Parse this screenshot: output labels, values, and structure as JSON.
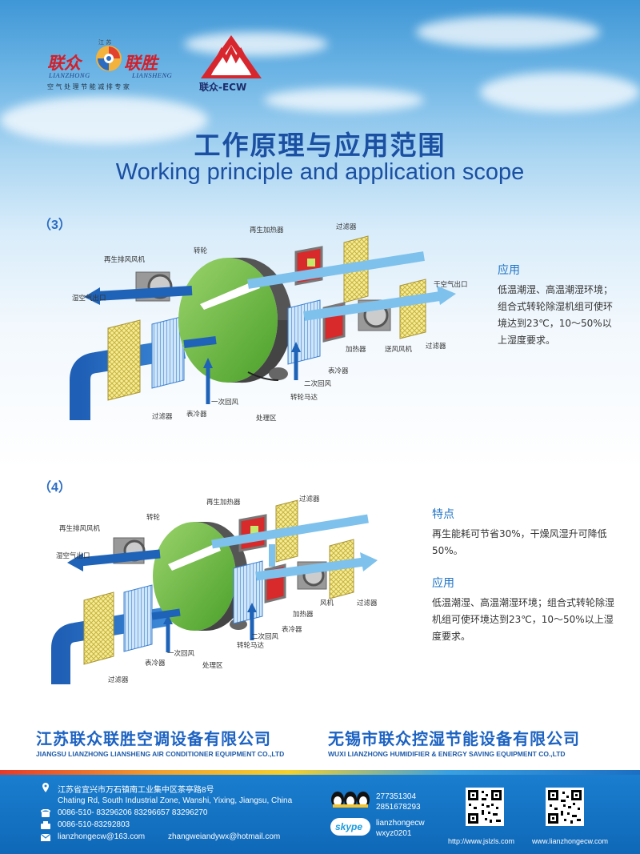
{
  "header": {
    "logo1_cn_left": "联众",
    "logo1_cn_right": "联胜",
    "logo1_small_top": "江 苏",
    "logo1_en_left": "LIANZHONG",
    "logo1_en_right": "LIANSHENG",
    "logo1_slogan": "空 气 处 理 节 能 减 排 专 家",
    "logo2_text": "联众-ECW"
  },
  "title": {
    "cn": "工作原理与应用范围",
    "en": "Working principle and application scope"
  },
  "section3": {
    "number": "（3）",
    "labels": {
      "regen_heater": "再生加热器",
      "filter_top": "过滤器",
      "rotor": "转轮",
      "regen_fan": "再生排风风机",
      "wet_air_outlet": "湿空气出口",
      "dry_air_outlet": "干空气出口",
      "heater": "加热器",
      "supply_fan": "送风风机",
      "filter_right": "过滤器",
      "cooler_mid": "表冷器",
      "secondary_return": "二次回风",
      "rotor_motor": "转轮马达",
      "primary_return": "一次回风",
      "process_zone": "处理区",
      "cooler_left": "表冷器",
      "filter_left": "过滤器"
    },
    "app_heading": "应用",
    "app_text": "低温潮湿、高温潮湿环境；组合式转轮除湿机组可使环境达到23℃，10～50%以上湿度要求。"
  },
  "section4": {
    "number": "（4）",
    "labels": {
      "regen_heater": "再生加热器",
      "filter_top": "过滤器",
      "rotor": "转轮",
      "regen_fan": "再生排风风机",
      "wet_air_outlet": "湿空气出口",
      "fan": "风机",
      "filter_right": "过滤器",
      "heater": "加热器",
      "cooler_mid": "表冷器",
      "secondary_return": "二次回风",
      "rotor_motor": "转轮马达",
      "primary_return": "一次回风",
      "process_zone": "处理区",
      "cooler_left": "表冷器",
      "filter_left": "过滤器"
    },
    "feature_heading": "特点",
    "feature_text": "再生能耗可节省30%，干燥风湿升可降低50%。",
    "app_heading": "应用",
    "app_text": "低温潮湿、高温潮湿环境；组合式转轮除湿机组可使环境达到23℃，10～50%以上湿度要求。"
  },
  "companies": {
    "left_cn": "江苏联众联胜空调设备有限公司",
    "left_en": "JIANGSU LIANZHONG LIANSHENG AIR CONDITIONER EQUIPMENT CO.,LTD",
    "right_cn": "无锡市联众控湿节能设备有限公司",
    "right_en": "WUXI LIANZHONG HUMIDIFIER & ENERGY SAVING EQUIPMENT CO.,LTD"
  },
  "footer": {
    "address_cn": "江苏省宜兴市万石镇南工业集中区茶亭路8号",
    "address_en": "Chating Rd, South Industrial Zone, Wanshi, Yixing, Jiangsu, China",
    "phone": "0086-510- 83296206   83296657   83296270",
    "fax": "0086-510-83292803",
    "email1": "lianzhongecw@163.com",
    "email2": "zhangweiandywx@hotmail.com",
    "qq1": "277351304",
    "qq2": "2851678293",
    "skype_label": "skype",
    "skype1": "lianzhongecw",
    "skype2": "wxyz0201",
    "url1": "http://www.jslzls.com",
    "url2": "www.lianzhongecw.com"
  },
  "colors": {
    "title_blue": "#1a4fa2",
    "accent_blue": "#1d73c7",
    "footer_blue": "#1b7fd0",
    "logo_red": "#d21f2a"
  }
}
